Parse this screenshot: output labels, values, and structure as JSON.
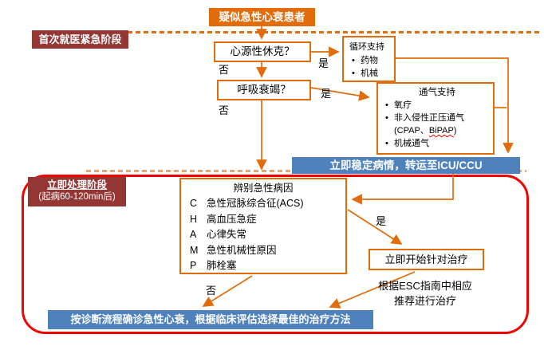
{
  "diagram": {
    "phase1_label": "首次就医紧急阶段",
    "phase2_label_line1": "立即处理阶段",
    "phase2_label_line2": "(起病60-120min后)",
    "start": "疑似急性心衰患者",
    "shock_question": "心源性休克？",
    "respiratory_question": "呼吸衰竭？",
    "circulatory": {
      "title": "循环支持",
      "items": [
        "药物",
        "机械"
      ]
    },
    "ventilation": {
      "title": "通气支持",
      "item1": "氧疗",
      "item2": "非入侵性正压通气",
      "item2_sub_pre": "(CPAP、",
      "item2_sub_wavy": "BiPAP",
      "item2_sub_post": ")",
      "item3": "机械通气"
    },
    "icu_transfer": "立即稳定病情，转运至ICU/CCU",
    "champ": {
      "title": "辨别急性病因",
      "rows": [
        {
          "letter": "C",
          "text": "急性冠脉综合征(ACS)"
        },
        {
          "letter": "H",
          "text": "高血压急症"
        },
        {
          "letter": "A",
          "text": "心律失常"
        },
        {
          "letter": "M",
          "text": "急性机械性原因"
        },
        {
          "letter": "P",
          "text": "肺栓塞"
        }
      ]
    },
    "treat_now": "立即开始针对治疗",
    "esc_note_line1": "根据ESC指南中相应",
    "esc_note_line2": "推荐进行治疗",
    "final": "按诊断流程确诊急性心衰，根据临床评估选择最佳的治疗方法",
    "yes": "是",
    "no": "否"
  },
  "colors": {
    "orange": "#E36C0A",
    "dark_red": "#943634",
    "blue": "#4F81BD",
    "outline_red": "#FF0000"
  }
}
